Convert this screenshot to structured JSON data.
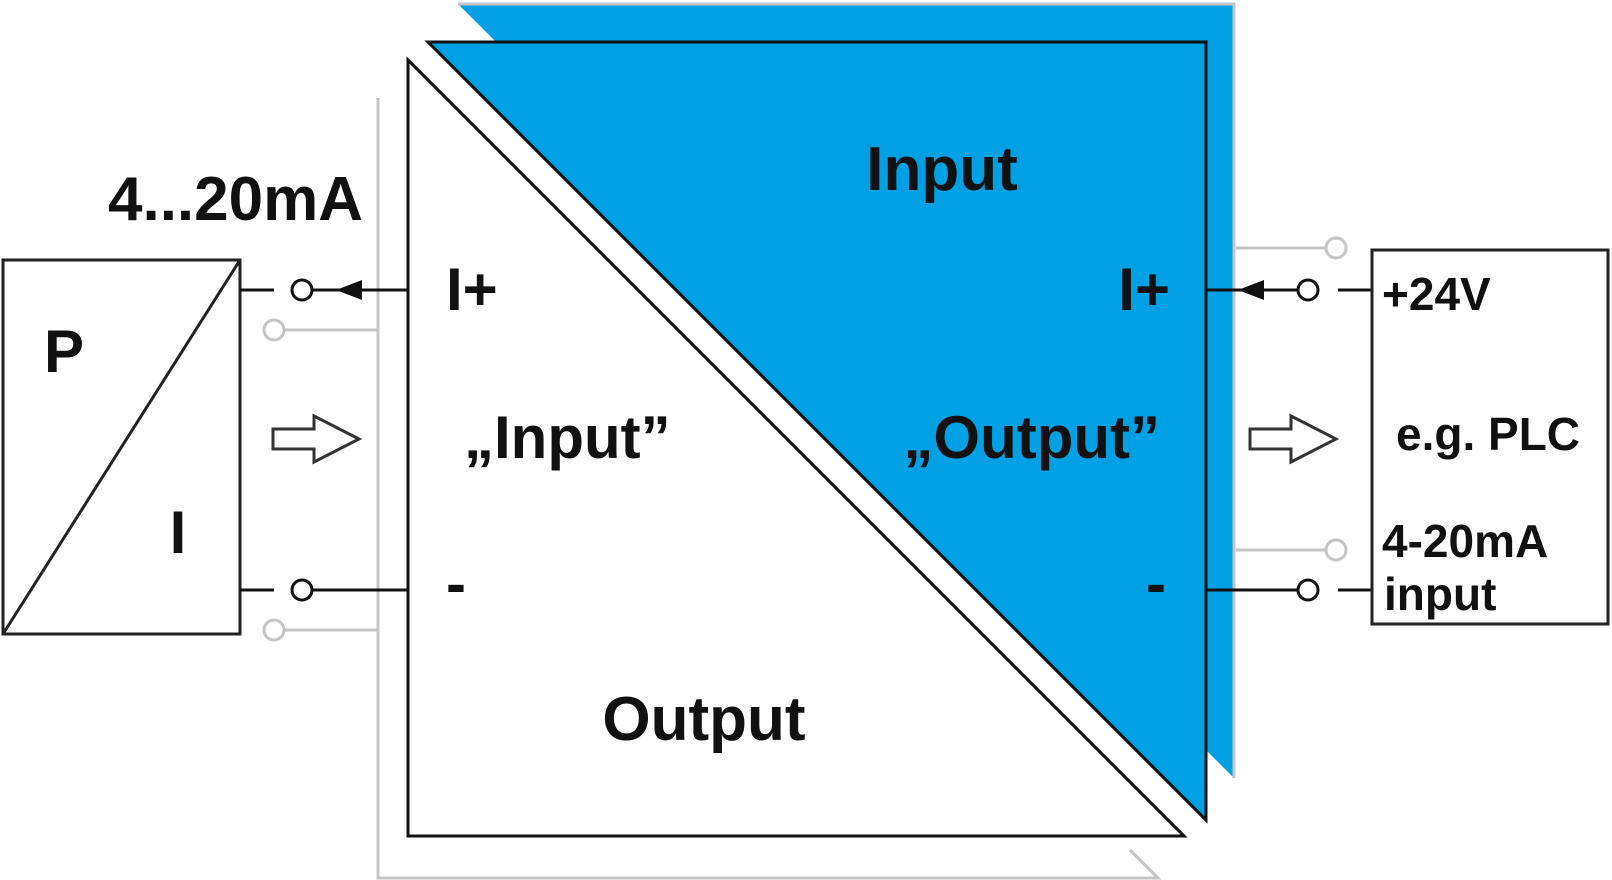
{
  "colors": {
    "accent": "#00A1E4",
    "line": "#111111",
    "ghost": "#C4C4C4",
    "background": "#FFFFFF"
  },
  "transducer": {
    "top_label": "P",
    "bottom_label": "I"
  },
  "signal_label": "4...20mA",
  "isolator": {
    "input_section_title": "Input",
    "output_section_title": "Output",
    "left_plus": "I+",
    "left_minus": "-",
    "left_role": "„Input”",
    "right_plus": "I+",
    "right_minus": "-",
    "right_role": "„Output”"
  },
  "plc": {
    "supply_label": "+24V",
    "device_label": "e.g. PLC",
    "input_label_line1": "4-20mA",
    "input_label_line2": "input"
  }
}
